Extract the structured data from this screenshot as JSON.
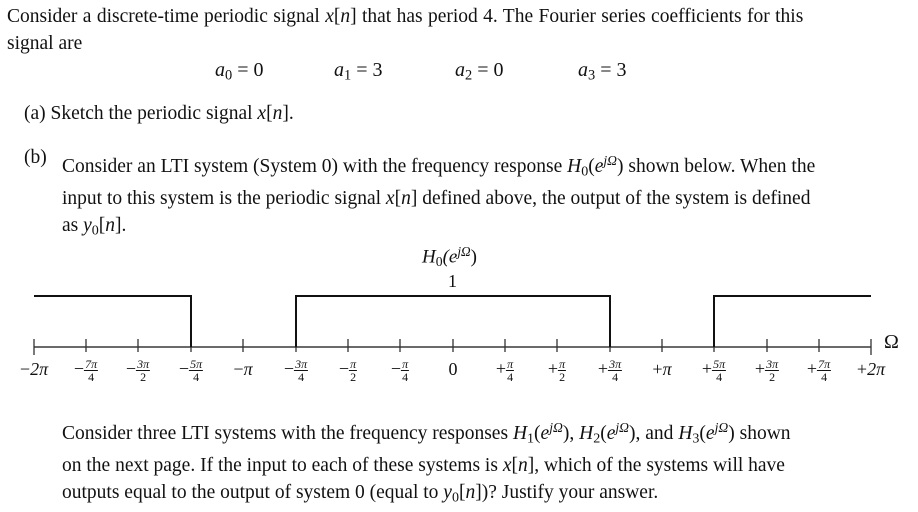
{
  "intro": {
    "line1": "Consider a discrete-time periodic signal x[n] that has period 4. The Fourier series coefficients for this",
    "line2": "signal are",
    "signal_name": "x[n]",
    "period": 4
  },
  "coefficients": [
    {
      "name": "a",
      "index": "0",
      "value": "0"
    },
    {
      "name": "a",
      "index": "1",
      "value": "3"
    },
    {
      "name": "a",
      "index": "2",
      "value": "0"
    },
    {
      "name": "a",
      "index": "3",
      "value": "3"
    }
  ],
  "part_a": {
    "label": "(a)",
    "text": "Sketch the periodic signal",
    "signal": "x[n]",
    "end": "."
  },
  "part_b": {
    "label": "(b)",
    "line1_pre": "Consider an LTI system (System 0) with the frequency response",
    "line1_post": "shown below. When the",
    "line2_pre": "input to this system is the periodic signal",
    "line2_post": "defined above, the output of the system is defined",
    "line3_pre": "as",
    "output_signal": "y0[n]"
  },
  "figure": {
    "title": "H0(e^{jΩ})",
    "title_main": "H",
    "title_sub": "0",
    "title_arg_pre": "(e",
    "title_arg_sup": "jΩ",
    "title_arg_post": ")",
    "level_label": "1",
    "axis_label": "Ω",
    "tick_labels": [
      {
        "sign": "−",
        "num": "",
        "den": "",
        "text": "2π"
      },
      {
        "sign": "−",
        "num": "7π",
        "den": "4",
        "text": ""
      },
      {
        "sign": "−",
        "num": "3π",
        "den": "2",
        "text": ""
      },
      {
        "sign": "−",
        "num": "5π",
        "den": "4",
        "text": ""
      },
      {
        "sign": "−",
        "num": "",
        "den": "",
        "text": "π"
      },
      {
        "sign": "−",
        "num": "3π",
        "den": "4",
        "text": ""
      },
      {
        "sign": "−",
        "num": "π",
        "den": "2",
        "text": ""
      },
      {
        "sign": "−",
        "num": "π",
        "den": "4",
        "text": ""
      },
      {
        "sign": "",
        "num": "",
        "den": "",
        "text": "0"
      },
      {
        "sign": "+",
        "num": "π",
        "den": "4",
        "text": ""
      },
      {
        "sign": "+",
        "num": "π",
        "den": "2",
        "text": ""
      },
      {
        "sign": "+",
        "num": "3π",
        "den": "4",
        "text": ""
      },
      {
        "sign": "+",
        "num": "",
        "den": "",
        "text": "π"
      },
      {
        "sign": "+",
        "num": "5π",
        "den": "4",
        "text": ""
      },
      {
        "sign": "+",
        "num": "3π",
        "den": "2",
        "text": ""
      },
      {
        "sign": "+",
        "num": "7π",
        "den": "4",
        "text": ""
      },
      {
        "sign": "+",
        "num": "",
        "den": "",
        "text": "2π"
      }
    ],
    "passbands": [
      {
        "from": "-2π",
        "to": "-5π/4",
        "value": 1
      },
      {
        "from": "-3π/4",
        "to": "3π/4",
        "value": 1
      },
      {
        "from": "5π/4",
        "to": "2π",
        "value": 1
      }
    ]
  },
  "closing": {
    "line1_pre": "Consider three LTI systems with the frequency responses",
    "h1": "H1(e^{jΩ})",
    "h2": "H2(e^{jΩ})",
    "and": ", and",
    "h3": "H3(e^{jΩ})",
    "line1_post": "shown",
    "line2_pre": "on the next page. If the input to each of these systems is",
    "line2_signal": "x[n]",
    "line2_post": ", which of the systems will have",
    "line3_pre": "outputs equal to the output of system 0 (equal to",
    "line3_signal": "y0[n]",
    "line3_post": ")? Justify your answer."
  },
  "chart_data": {
    "type": "line",
    "title": "H0(e^{jΩ})",
    "xlabel": "Ω",
    "ylabel": "",
    "x_ticks": [
      "-2π",
      "-7π/4",
      "-3π/2",
      "-5π/4",
      "-π",
      "-3π/4",
      "-π/2",
      "-π/4",
      "0",
      "+π/4",
      "+π/2",
      "+3π/4",
      "+π",
      "+5π/4",
      "+3π/2",
      "+7π/4",
      "+2π"
    ],
    "x": [
      -6.2832,
      -3.927,
      -3.927,
      -2.3562,
      -2.3562,
      2.3562,
      2.3562,
      3.927,
      3.927,
      6.2832
    ],
    "values": [
      1,
      1,
      0,
      0,
      1,
      1,
      0,
      0,
      1,
      1
    ],
    "ylim": [
      0,
      1
    ],
    "annotations": [
      "1"
    ],
    "description": "Ideal periodic frequency response (lowpass, period 2π): magnitude 1 for |Ω| < 3π/4 (mod 2π), 0 for 3π/4 < |Ω| < 5π/4"
  }
}
